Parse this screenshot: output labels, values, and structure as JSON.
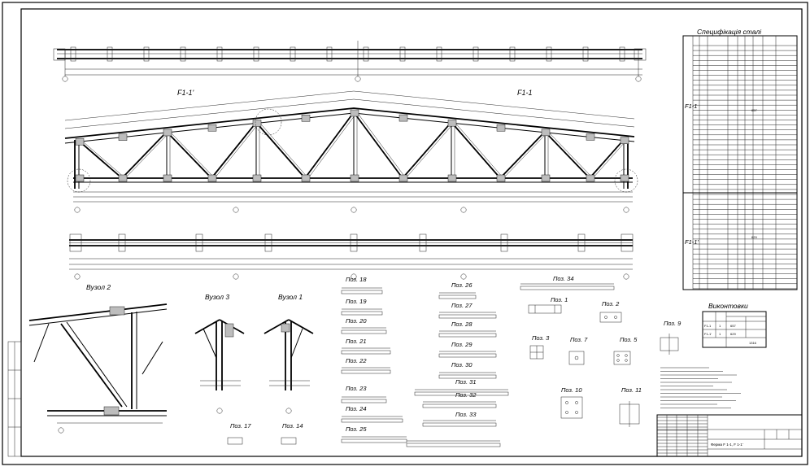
{
  "views": {
    "truss_left_label": "F1-1'",
    "truss_right_label": "F1-1"
  },
  "nodes": {
    "node2": "Вузол 2",
    "node3": "Вузол 3",
    "node1": "Вузол 1"
  },
  "positions": [
    "Поз. 18",
    "Поз. 19",
    "Поз. 20",
    "Поз. 21",
    "Поз. 22",
    "Поз. 23",
    "Поз. 24",
    "Поз. 25",
    "Поз. 26",
    "Поз. 27",
    "Поз. 28",
    "Поз. 29",
    "Поз. 30",
    "Поз. 31",
    "Поз. 32",
    "Поз. 33",
    "Поз. 34",
    "Поз. 1",
    "Поз. 2",
    "Поз. 3",
    "Поз. 7",
    "Поз. 5",
    "Поз. 9",
    "Поз. 10",
    "Поз. 11",
    "Поз. 17",
    "Поз. 14"
  ],
  "spec": {
    "title": "Специфікація сталі",
    "group1": "F1-1",
    "group2": "F1-1'",
    "sum1": "657",
    "sum2": "629"
  },
  "output": {
    "title": "Виконтовки",
    "rows": [
      [
        "F1-1",
        "1",
        "657"
      ],
      [
        "F1-1'",
        "1",
        "629"
      ]
    ],
    "total": "1316"
  },
  "stamp": {
    "main": "Ферма F 1-1, F 1-1'"
  }
}
